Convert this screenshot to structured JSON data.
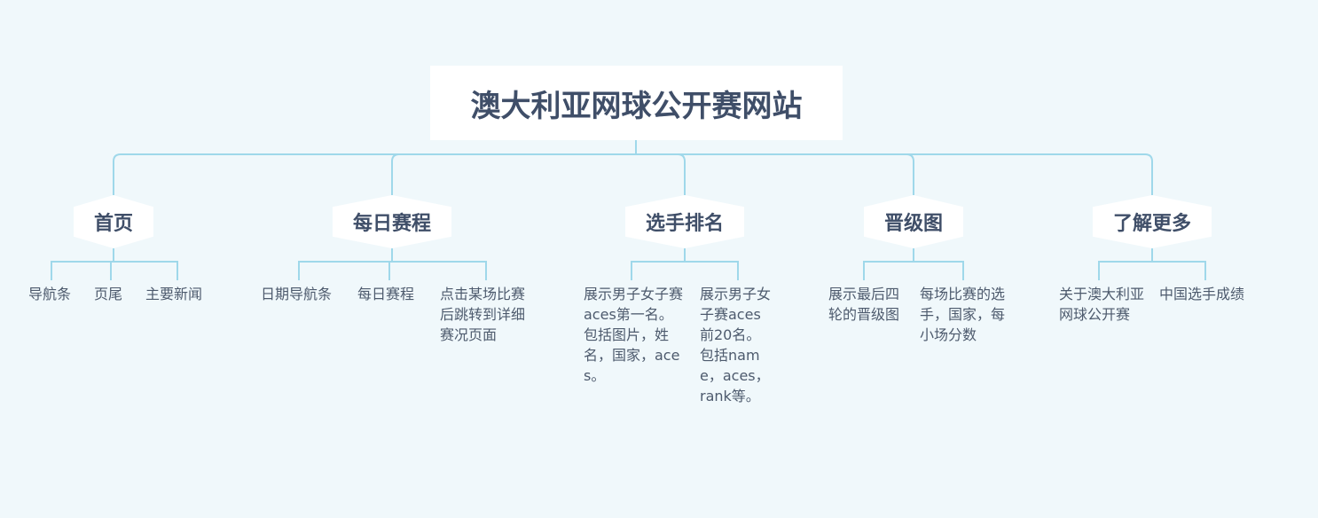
{
  "root": {
    "label": "澳大利亚网球公开赛网站"
  },
  "branches": [
    {
      "label": "首页",
      "children": [
        "导航条",
        "页尾",
        "主要新闻"
      ]
    },
    {
      "label": "每日赛程",
      "children": [
        "日期导航条",
        "每日赛程",
        "点击某场比赛后跳转到详细赛况页面"
      ]
    },
    {
      "label": "选手排名",
      "children": [
        "展示男子女子赛aces第一名。包括图片，姓名，国家，aces。",
        "展示男子女子赛aces前20名。包括name，aces，rank等。"
      ]
    },
    {
      "label": "晋级图",
      "children": [
        "展示最后四轮的晋级图",
        "每场比赛的选手，国家，每小场分数"
      ]
    },
    {
      "label": "了解更多",
      "children": [
        "关于澳大利亚网球公开赛",
        "中国选手成绩"
      ]
    }
  ],
  "colors": {
    "background": "#f0f8fb",
    "node_fill": "#ffffff",
    "connector": "#9fd8ea",
    "text_dark": "#3f4e68",
    "text_leaf": "#4d5a6d"
  }
}
